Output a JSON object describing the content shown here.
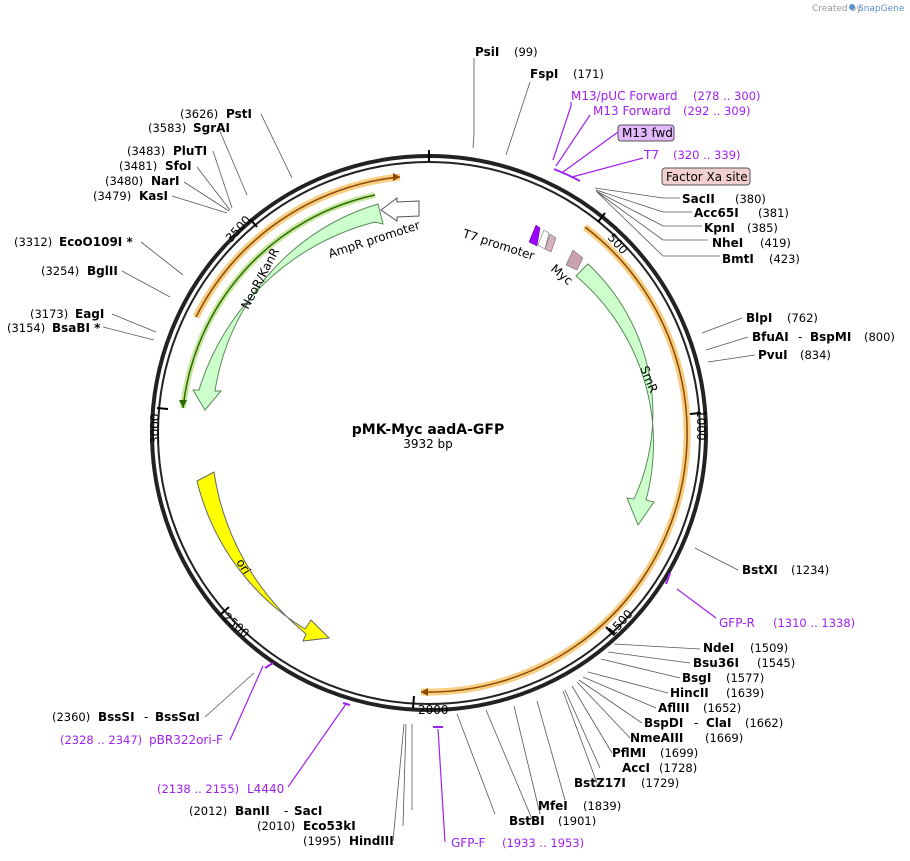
{
  "header": {
    "credit": "Created by",
    "brand": "SnapGene"
  },
  "plasmid": {
    "name": "pMK-Myc aadA-GFP",
    "size": "3932 bp"
  },
  "ticks": {
    "t500": "500",
    "t1000": "1000",
    "t1500": "1500",
    "t2000": "2000",
    "t2500": "2500",
    "t3000": "3000",
    "t3500": "3500"
  },
  "features": {
    "ampr_promoter": "AmpR promoter",
    "neo_kanr": "NeoR/KanR",
    "t7_promoter": "T7 promoter",
    "myc": "Myc",
    "smr": "SmR",
    "ori": "ori"
  },
  "enzymes": {
    "psiI": {
      "name": "PsiI",
      "pos": "(99)"
    },
    "fspI": {
      "name": "FspI",
      "pos": "(171)"
    },
    "sacII": {
      "name": "SacII",
      "pos": "(380)"
    },
    "acc65I": {
      "name": "Acc65I",
      "pos": "(381)"
    },
    "kpnI": {
      "name": "KpnI",
      "pos": "(385)"
    },
    "nheI": {
      "name": "NheI",
      "pos": "(419)"
    },
    "bmtI": {
      "name": "BmtI",
      "pos": "(423)"
    },
    "blpI": {
      "name": "BlpI",
      "pos": "(762)"
    },
    "bfuAI": {
      "name": "BfuAI",
      "sep": "-",
      "name2": "BspMI",
      "pos": "(800)"
    },
    "pvuI": {
      "name": "PvuI",
      "pos": "(834)"
    },
    "bstXI": {
      "name": "BstXI",
      "pos": "(1234)"
    },
    "ndeI": {
      "name": "NdeI",
      "pos": "(1509)"
    },
    "bsu36I": {
      "name": "Bsu36I",
      "pos": "(1545)"
    },
    "bsgI": {
      "name": "BsgI",
      "pos": "(1577)"
    },
    "hincII": {
      "name": "HincII",
      "pos": "(1639)"
    },
    "aflIII": {
      "name": "AflIII",
      "pos": "(1652)"
    },
    "bspDI": {
      "name": "BspDI",
      "sep": "-",
      "name2": "ClaI",
      "pos": "(1662)"
    },
    "nmeAIII": {
      "name": "NmeAIII",
      "pos": "(1669)"
    },
    "pflMI": {
      "name": "PflMI",
      "pos": "(1699)"
    },
    "accI": {
      "name": "AccI",
      "pos": "(1728)"
    },
    "bstZ17I": {
      "name": "BstZ17I",
      "pos": "(1729)"
    },
    "mfeI": {
      "name": "MfeI",
      "pos": "(1839)"
    },
    "bstBI": {
      "name": "BstBI",
      "pos": "(1901)"
    },
    "banII": {
      "name": "BanII",
      "sep": "-",
      "name2": "SacI",
      "pos": "(2012)"
    },
    "eco53kI": {
      "name": "Eco53kI",
      "pos": "(2010)"
    },
    "hindIII": {
      "name": "HindIII",
      "pos": "(1995)"
    },
    "bssSI": {
      "name": "BssSI",
      "sep": "-",
      "name2": "BssSαI",
      "pos": "(2360)"
    },
    "bsaBI": {
      "name": "BsaBI *",
      "pos": "(3154)"
    },
    "eagI": {
      "name": "EagI",
      "pos": "(3173)"
    },
    "bglII": {
      "name": "BglII",
      "pos": "(3254)"
    },
    "ecoO109I": {
      "name": "EcoO109I *",
      "pos": "(3312)"
    },
    "kasI": {
      "name": "KasI",
      "pos": "(3479)"
    },
    "narI": {
      "name": "NarI",
      "pos": "(3480)"
    },
    "sfoI": {
      "name": "SfoI",
      "pos": "(3481)"
    },
    "pluTI": {
      "name": "PluTI",
      "pos": "(3483)"
    },
    "sgrAI": {
      "name": "SgrAI",
      "pos": "(3583)"
    },
    "pstI": {
      "name": "PstI",
      "pos": "(3626)"
    }
  },
  "primers": {
    "m13puc": {
      "name": "M13/pUC Forward",
      "range": "(278 .. 300)"
    },
    "m13fwd_long": {
      "name": "M13 Forward",
      "range": "(292 .. 309)"
    },
    "m13fwd_box": {
      "name": "M13 fwd"
    },
    "t7": {
      "name": "T7",
      "range": "(320 .. 339)"
    },
    "factorxa": {
      "name": "Factor Xa site"
    },
    "gfpR": {
      "name": "GFP-R",
      "range": "(1310 .. 1338)"
    },
    "gfpF": {
      "name": "GFP-F",
      "range": "(1933 .. 1953)"
    },
    "l4440": {
      "name": "L4440",
      "range": "(2138 .. 2155)"
    },
    "pbr322ori": {
      "name": "pBR322ori-F",
      "range": "(2328 .. 2347)"
    }
  },
  "colors": {
    "purple": "#a020f0",
    "feature_green": "#ccffcc",
    "ori_yellow": "#ffff00",
    "orange_glow": "#f6c46b",
    "myc_pink": "#c9a0b0",
    "box_purple": "#e3b8ff",
    "box_pink": "#f2d0cf"
  }
}
